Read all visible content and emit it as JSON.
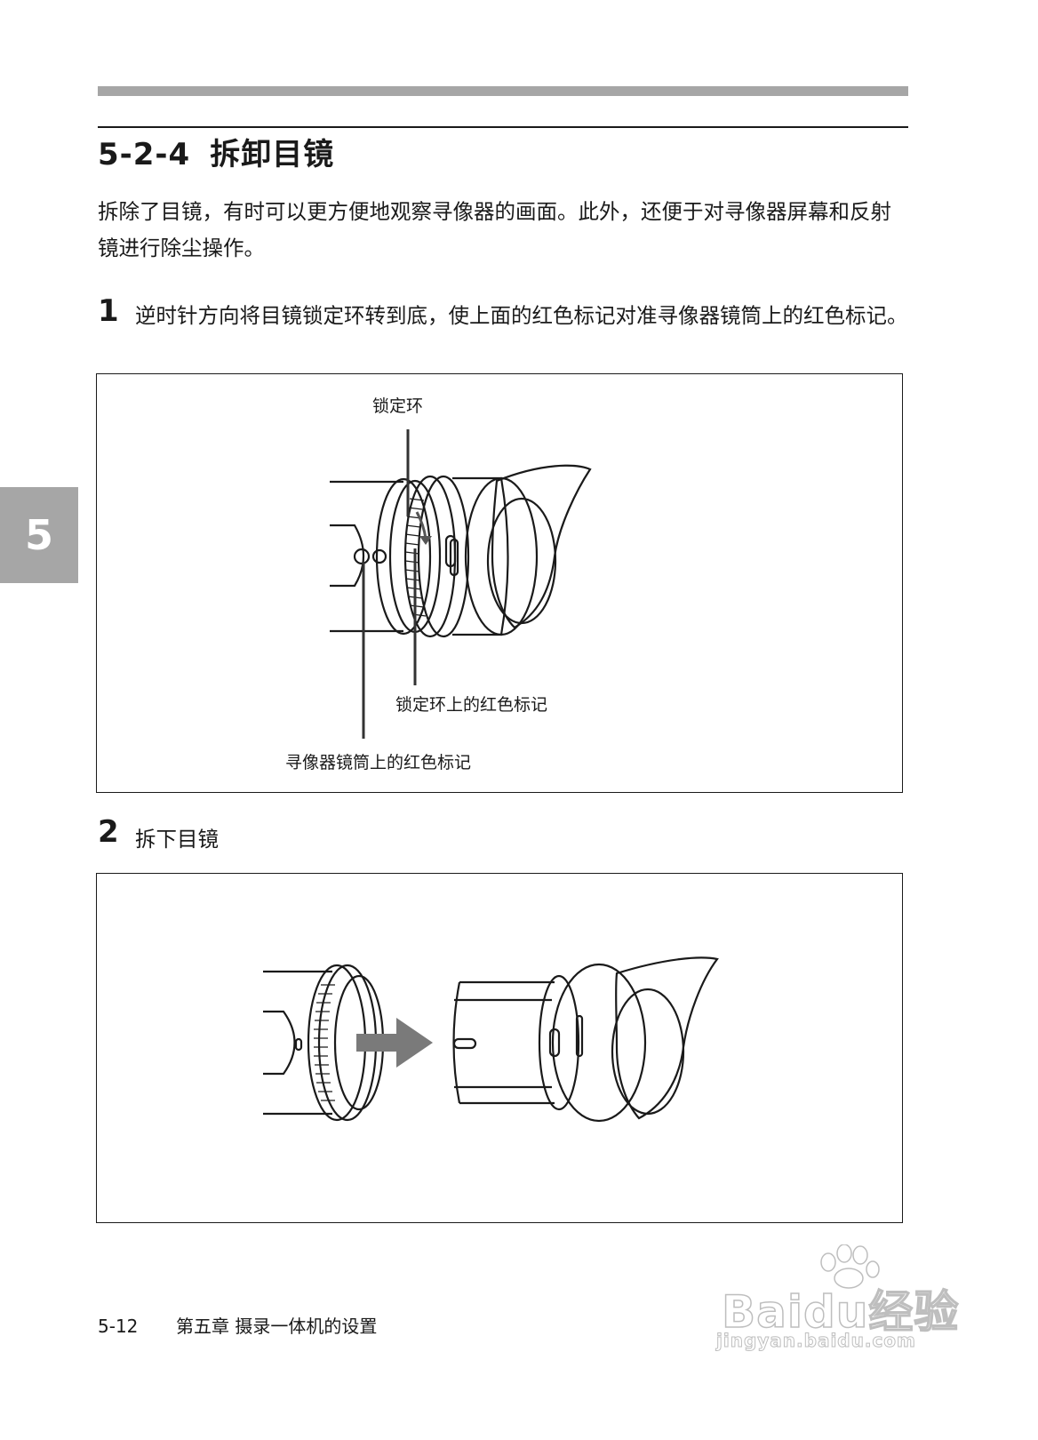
{
  "section": {
    "number": "5-2-4",
    "title": "拆卸目镜",
    "intro": "拆除了目镜，有时可以更方便地观察寻像器的画面。此外，还便于对寻像器屏幕和反射镜进行除尘操作。"
  },
  "steps": [
    {
      "number": "1",
      "text": "逆时针方向将目镜锁定环转到底，使上面的红色标记对准寻像器镜筒上的红色标记。"
    },
    {
      "number": "2",
      "text": "拆下目镜"
    }
  ],
  "figure1": {
    "label_lock_ring": "锁定环",
    "label_ring_mark": "锁定环上的红色标记",
    "label_barrel_mark": "寻像器镜筒上的红色标记"
  },
  "side_tab": {
    "chapter": "5"
  },
  "footer": {
    "page": "5-12",
    "chapter_title": "第五章  摄录一体机的设置"
  },
  "watermark": {
    "brand": "Baidu经验",
    "url": "jingyan.baidu.com"
  }
}
